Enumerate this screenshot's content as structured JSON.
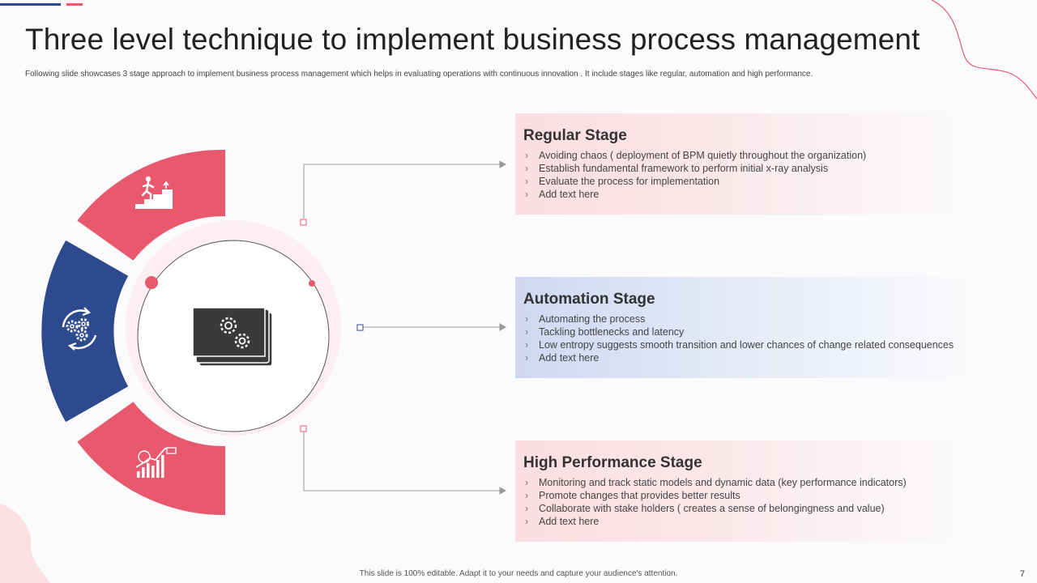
{
  "slide": {
    "title": "Three level technique to implement business process management",
    "subtitle": "Following slide showcases 3 stage approach to implement  business process management which helps in evaluating operations with continuous innovation . It include stages like regular, automation and high performance.",
    "footer_note": "This slide is 100% editable. Adapt it to your needs and capture your audience's attention.",
    "page_number": "7"
  },
  "colors": {
    "accent_pink": "#e8596e",
    "accent_blue": "#2e4a8f",
    "icon_dark": "#3a3a3a"
  },
  "icons": {
    "center": "gears-document-icon",
    "segment_top": "climbing-stairs-icon",
    "segment_middle": "gears-cycle-icon",
    "segment_bottom": "growth-chart-icon"
  },
  "stages": [
    {
      "title": "Regular Stage",
      "bullets": [
        "Avoiding chaos ( deployment of BPM quietly throughout  the organization)",
        "Establish fundamental  framework  to perform  initial x-ray analysis",
        "Evaluate  the process for implementation",
        "Add text here"
      ]
    },
    {
      "title": "Automation Stage",
      "bullets": [
        "Automating the process",
        "Tackling bottlenecks and latency",
        "Low entropy suggests smooth transition and lower chances of change related consequences",
        "Add text here"
      ]
    },
    {
      "title": "High Performance Stage",
      "bullets": [
        "Monitoring  and track static models and dynamic data (key performance  indicators)",
        "Promote changes that provides  better results",
        "Collaborate  with stake holders ( creates a sense of belongingness and value)",
        "Add text here"
      ]
    }
  ]
}
